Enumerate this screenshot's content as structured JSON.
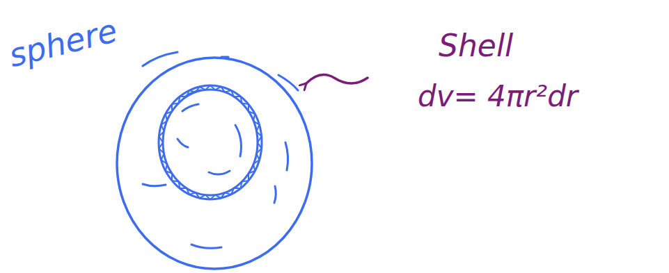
{
  "diagram": {
    "labels": [
      "sphere",
      "Shell",
      "dv= 4πr²dr"
    ]
  }
}
